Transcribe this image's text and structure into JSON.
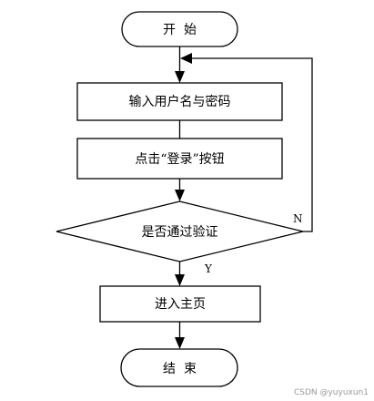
{
  "diagram": {
    "start": "开  始",
    "input_credentials": "输入用户名与密码",
    "click_login": "点击“登录”按钮",
    "decision": "是否通过验证",
    "label_no": "N",
    "label_yes": "Y",
    "enter_home": "进入主页",
    "end": "结  束"
  },
  "watermark": "CSDN @yuyuxun1"
}
